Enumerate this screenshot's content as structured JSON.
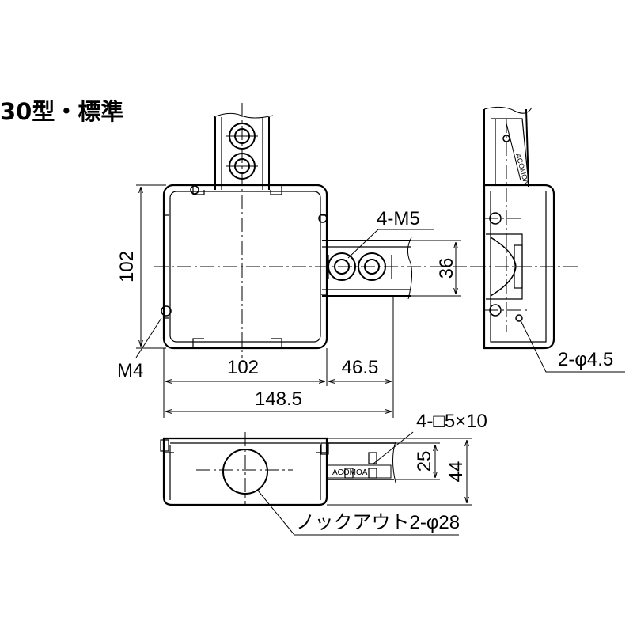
{
  "title": "30型・標準",
  "dimensions": {
    "height_102": "102",
    "width_102": "102",
    "ext_46_5": "46.5",
    "total_148_5": "148.5",
    "ext_36": "36",
    "depth_25": "25",
    "depth_44": "44"
  },
  "callouts": {
    "m5": "4-M5",
    "m4": "M4",
    "hole": "2-φ4.5",
    "slot": "4-□5×10",
    "knockout": "ノックアウト2-φ28"
  },
  "marking_text": "ACOMOA"
}
